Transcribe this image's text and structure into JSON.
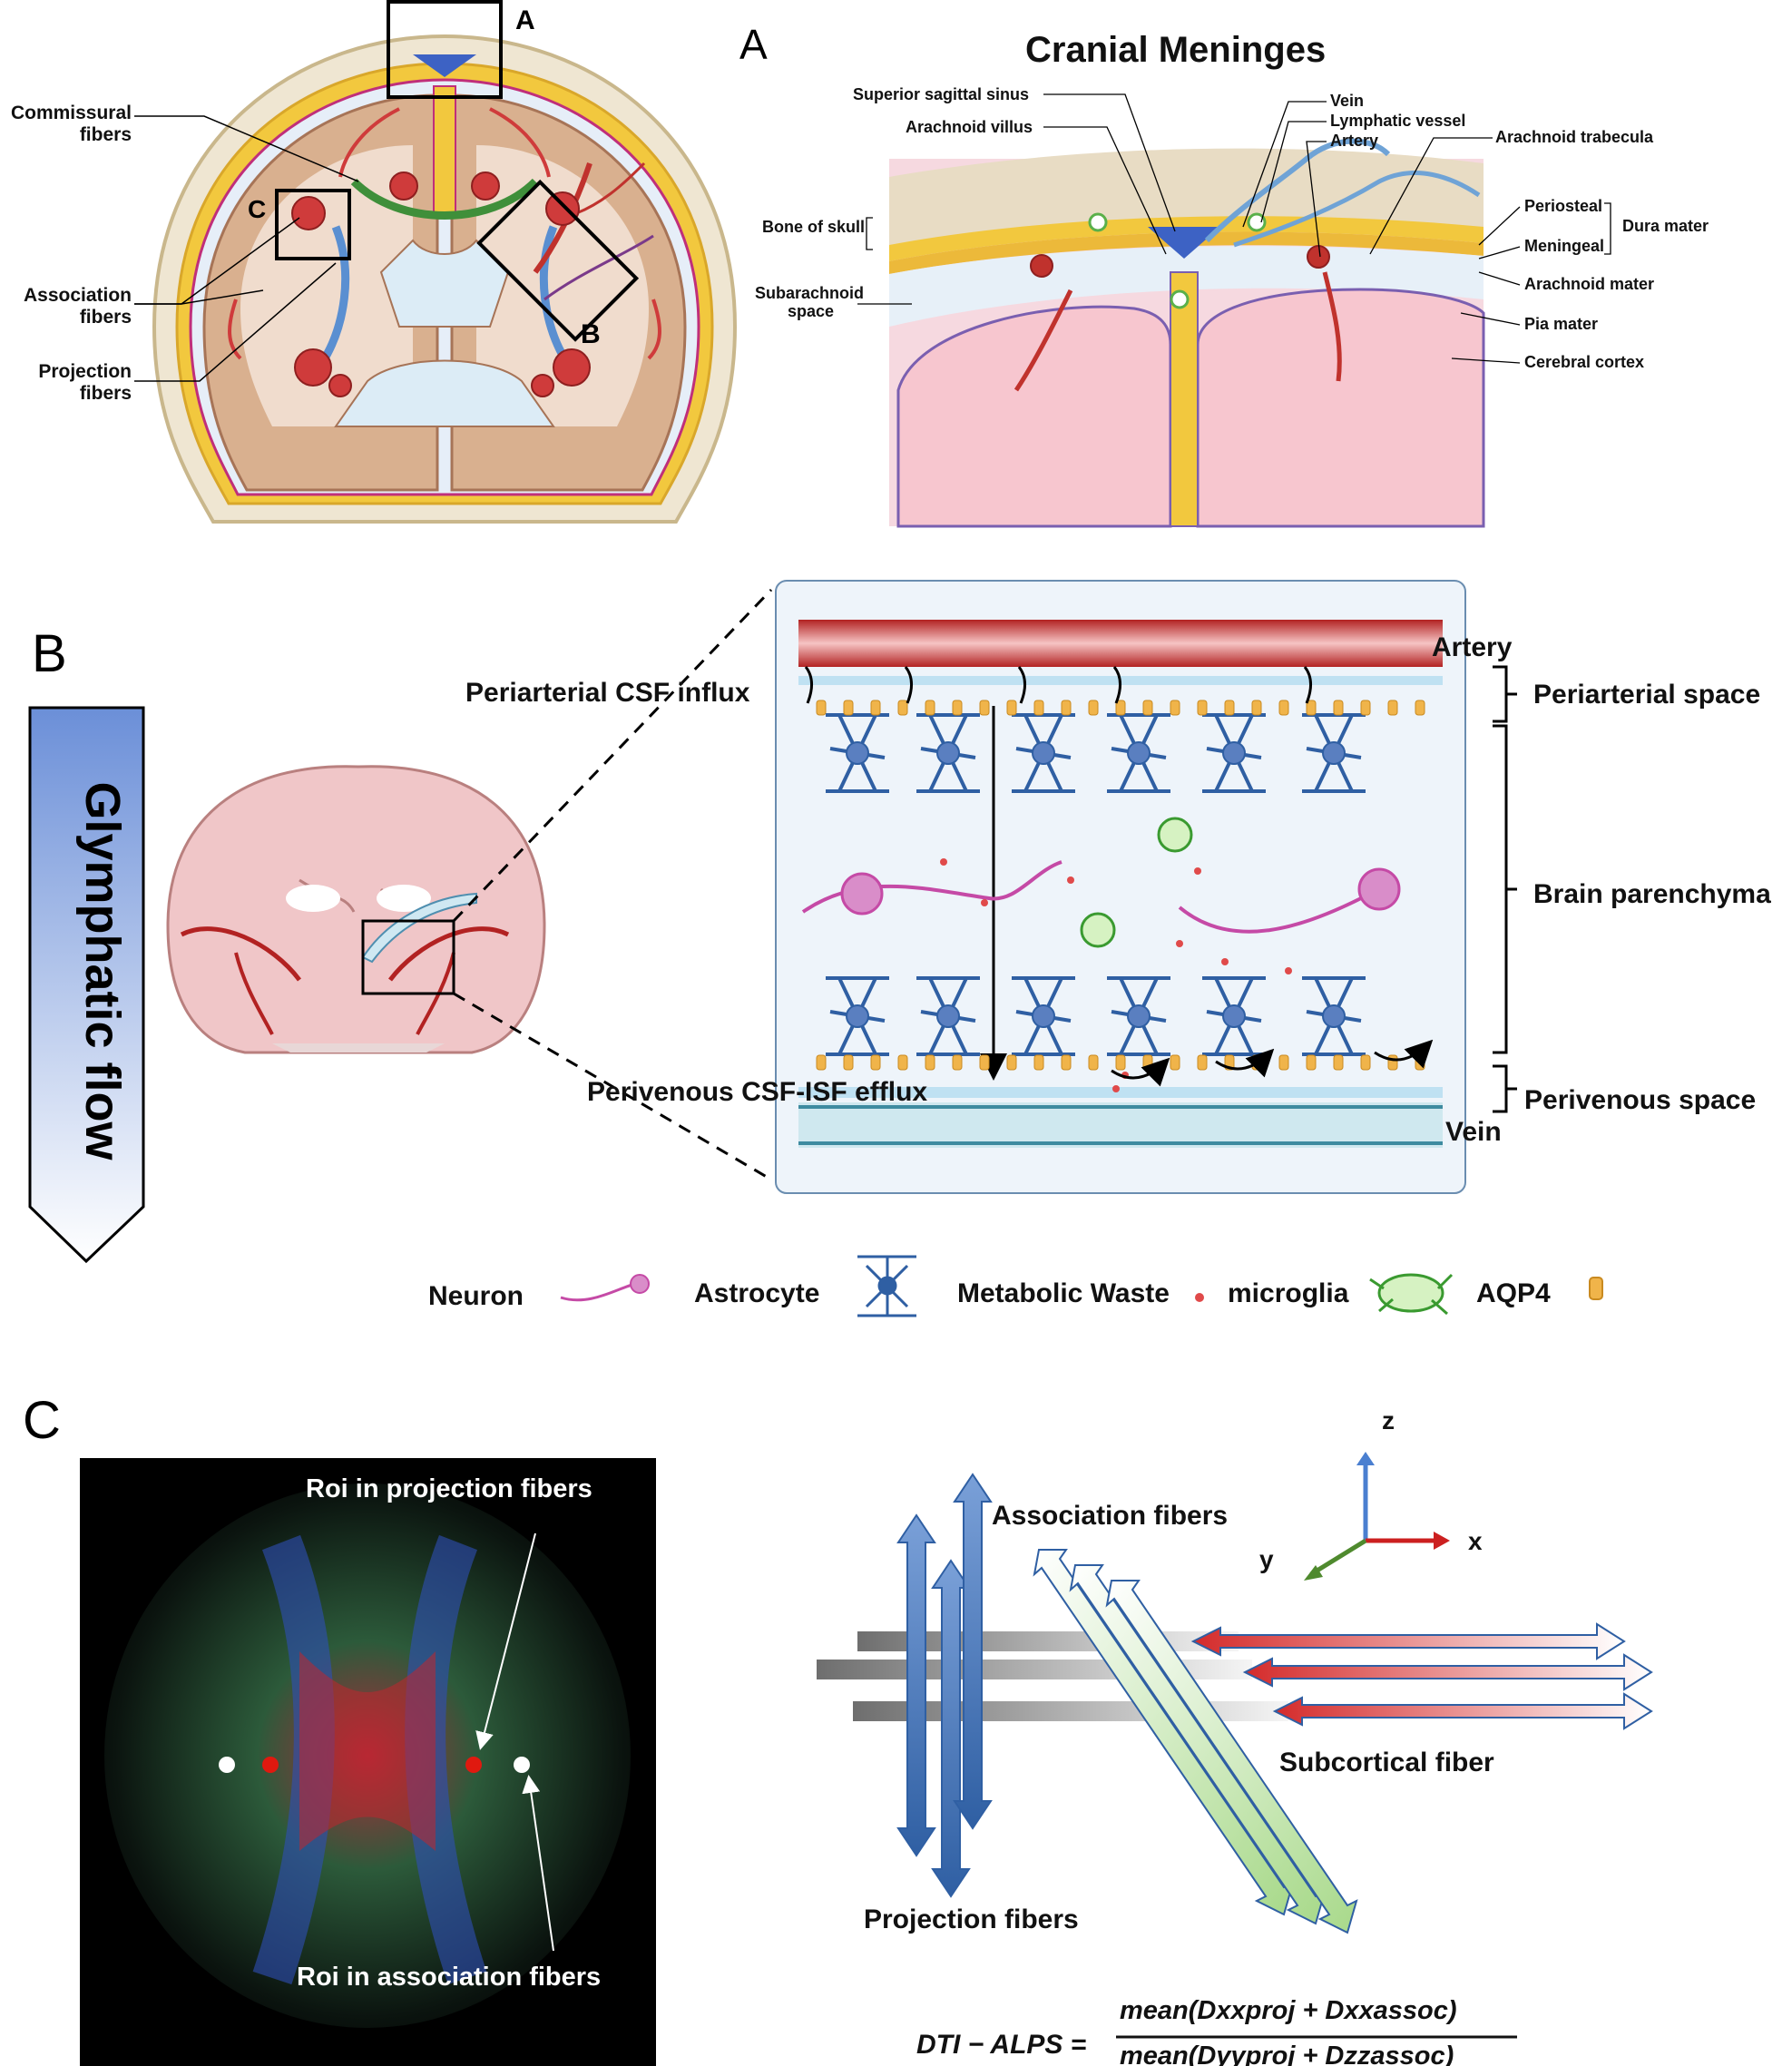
{
  "panel_a": {
    "box_label": "A",
    "box_label_b": "B",
    "box_label_c": "C",
    "left_labels": {
      "commissural": [
        "Commissural",
        "fibers"
      ],
      "association": [
        "Association",
        "fibers"
      ],
      "projection": [
        "Projection",
        "fibers"
      ]
    },
    "meninges_letter": "A",
    "meninges_title": "Cranial Meninges",
    "labels": {
      "superior_sagittal_sinus": "Superior sagittal sinus",
      "arachnoid_villus": "Arachnoid villus",
      "vein": "Vein",
      "lymphatic_vessel": "Lymphatic vessel",
      "artery": "Artery",
      "arachnoid_trabecula": "Arachnoid trabecula",
      "bone_of_skull": "Bone of skull",
      "periosteal": "Periosteal",
      "meningeal": "Meningeal",
      "dura_mater": "Dura mater",
      "subarachnoid": [
        "Subarachnoid",
        "space"
      ],
      "arachnoid_mater": "Arachnoid mater",
      "pia_mater": "Pia mater",
      "cerebral_cortex": "Cerebral cortex"
    }
  },
  "panel_b": {
    "letter": "B",
    "banner": "Glymphatic flow",
    "artery": "Artery",
    "vein": "Vein",
    "periarterial_influx": "Periarterial CSF influx",
    "perivenous_efflux": "Perivenous CSF-ISF efflux",
    "periarterial_space": "Periarterial space",
    "brain_parenchyma": "Brain parenchyma",
    "perivenous_space": "Perivenous space",
    "legend": {
      "neuron": "Neuron",
      "astrocyte": "Astrocyte",
      "metabolic_waste": "Metabolic Waste",
      "microglia": "microglia",
      "aqp4": "AQP4"
    }
  },
  "panel_c": {
    "letter": "C",
    "roi_projection": "Roi in projection fibers",
    "roi_association": "Roi in association fibers",
    "association_fibers": "Association fibers",
    "projection_fibers": "Projection fibers",
    "subcortical_fiber": "Subcortical fiber",
    "axis_z": "z",
    "axis_x": "x",
    "axis_y": "y",
    "formula_lhs": "DTI − ALPS =",
    "formula_num": "mean(Dxxproj + Dxxassoc)",
    "formula_den": "mean(Dyyproj + Dzzassoc)"
  },
  "colors": {
    "skull": "#efe6d2",
    "dura": "#f2c83e",
    "brain": "#f3c9c2",
    "brain_edge": "#b98a6a",
    "ventricle": "#dcecf6",
    "artery": "#c0322d",
    "vein": "#5a8fd1",
    "commissural": "#3f8f3a",
    "astrocyte": "#2f5fa3",
    "neuron": "#c54aa6",
    "microglia": "#3a9a30",
    "aqp4": "#f0b44a",
    "waste": "#e04a4a",
    "banner_top": "#6b8fd8"
  }
}
